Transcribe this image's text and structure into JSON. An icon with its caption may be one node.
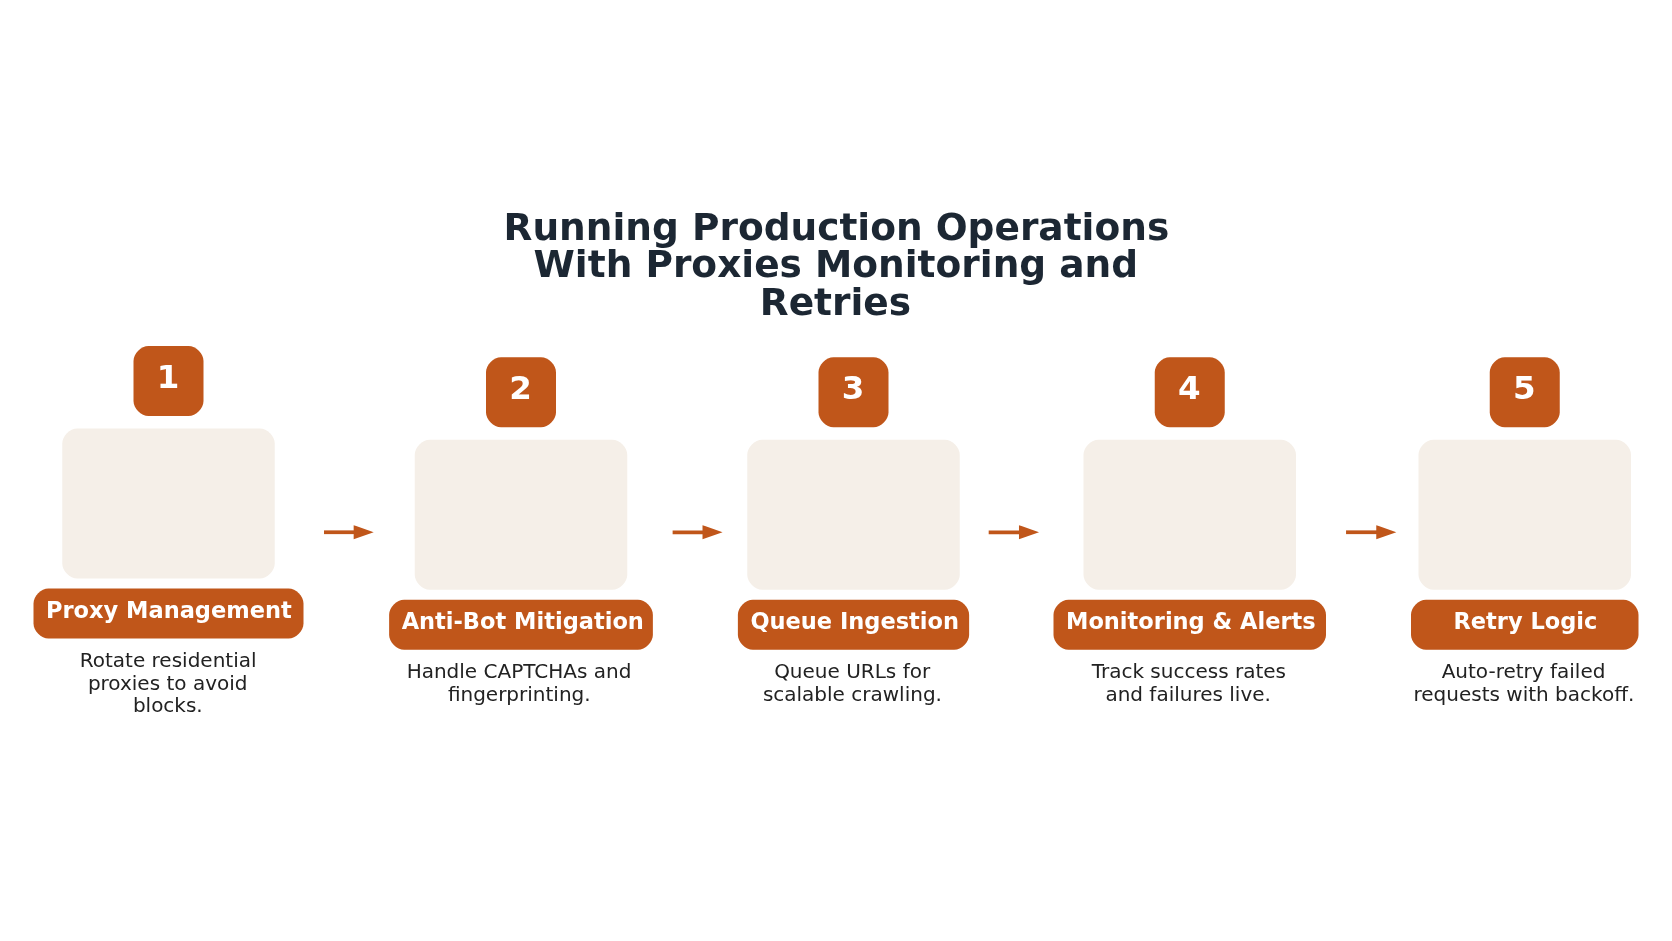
{
  "diagram": {
    "title": "Running Production Operations With Proxies Monitoring and Retries",
    "nodes": [
      {
        "text": [
          "1",
          "Proxy Management"
        ],
        "beside": [
          "Rotate residential proxies to avoid blocks."
        ]
      },
      {
        "text": [
          "2",
          "Anti-Bot Mitigation"
        ],
        "beside": [
          "Handle CAPTCHAs and fingerprinting."
        ]
      },
      {
        "text": [
          "3",
          "Queue Ingestion"
        ],
        "beside": [
          "Queue URLs for scalable crawling."
        ]
      },
      {
        "text": [
          "4",
          "Monitoring & Alerts"
        ],
        "beside": [
          "Track success rates and failures live."
        ]
      },
      {
        "text": [
          "5",
          "Retry Logic"
        ],
        "beside": [
          "Auto-retry failed requests with backoff."
        ]
      }
    ],
    "edges": [
      {
        "from": 0,
        "to": 1,
        "arrow": "to"
      },
      {
        "from": 1,
        "to": 2,
        "arrow": "to"
      },
      {
        "from": 2,
        "to": 3,
        "arrow": "to"
      },
      {
        "from": 3,
        "to": 4,
        "arrow": "to"
      }
    ]
  }
}
